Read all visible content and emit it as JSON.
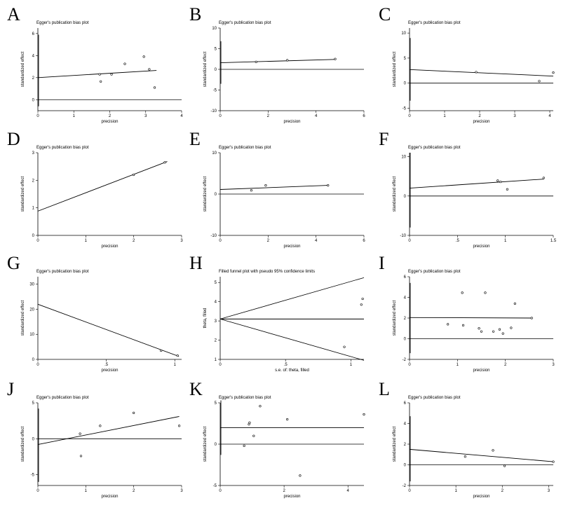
{
  "chart_data": [
    {
      "panel": "A",
      "type": "scatter",
      "title": "Egger's publication bias plot",
      "xlabel": "precision",
      "ylabel": "standardized effect",
      "xlim": [
        0,
        4
      ],
      "ylim": [
        -1,
        6.5
      ],
      "xticks": [
        0,
        1,
        2,
        3,
        4
      ],
      "yticks": [
        0,
        2,
        4,
        6
      ],
      "xtick_labels": [
        "0",
        "1",
        "2",
        "3",
        "4"
      ],
      "ytick_labels": [
        "0",
        "2",
        "4",
        "6"
      ],
      "points": [
        [
          1.72,
          2.3
        ],
        [
          1.75,
          1.65
        ],
        [
          2.05,
          2.3
        ],
        [
          2.42,
          3.25
        ],
        [
          2.95,
          3.9
        ],
        [
          3.1,
          2.75
        ],
        [
          3.25,
          1.1
        ]
      ],
      "intercept_ci": [
        -0.6,
        5.9
      ],
      "fit": [
        [
          0,
          2.0
        ],
        [
          3.3,
          2.65
        ]
      ],
      "hlines": [
        0
      ]
    },
    {
      "panel": "B",
      "type": "scatter",
      "title": "Egger's publication bias plot",
      "xlabel": "precision",
      "ylabel": "standardized effect",
      "xlim": [
        0,
        6
      ],
      "ylim": [
        -10,
        10
      ],
      "xticks": [
        0,
        2,
        4,
        6
      ],
      "yticks": [
        -10,
        -5,
        0,
        5,
        10
      ],
      "xtick_labels": [
        "0",
        "2",
        "4",
        "6"
      ],
      "ytick_labels": [
        "-10",
        "-5",
        "0",
        "5",
        "10"
      ],
      "points": [
        [
          1.5,
          1.8
        ],
        [
          2.8,
          2.2
        ],
        [
          4.8,
          2.5
        ]
      ],
      "intercept_ci": [
        -3.5,
        6.8
      ],
      "fit": [
        [
          0,
          1.6
        ],
        [
          4.8,
          2.4
        ]
      ],
      "hlines": [
        0
      ]
    },
    {
      "panel": "C",
      "type": "scatter",
      "title": "Egger's publication bias plot",
      "xlabel": "precision",
      "ylabel": "standardized effect",
      "xlim": [
        0,
        4.1
      ],
      "ylim": [
        -5.5,
        11
      ],
      "xticks": [
        0,
        1,
        2,
        3,
        4
      ],
      "yticks": [
        -5,
        0,
        5,
        10
      ],
      "xtick_labels": [
        "0",
        "1",
        "2",
        "3",
        "4"
      ],
      "ytick_labels": [
        "-5",
        "0",
        "5",
        "10"
      ],
      "points": [
        [
          1.9,
          2.2
        ],
        [
          3.7,
          0.4
        ],
        [
          4.1,
          2.1
        ]
      ],
      "intercept_ci": [
        -3.5,
        9
      ],
      "fit": [
        [
          0,
          2.7
        ],
        [
          4.1,
          1.4
        ]
      ],
      "hlines": [
        0
      ]
    },
    {
      "panel": "D",
      "type": "scatter",
      "title": "Egger's publication bias plot",
      "xlabel": "precision",
      "ylabel": "standardized effect",
      "xlim": [
        0,
        3
      ],
      "ylim": [
        0,
        3
      ],
      "xticks": [
        0,
        1,
        2,
        3
      ],
      "yticks": [
        0,
        1,
        2,
        3
      ],
      "xtick_labels": [
        "0",
        "1",
        "2",
        "3"
      ],
      "ytick_labels": [
        "0",
        "1",
        "2",
        "3"
      ],
      "points": [
        [
          2.0,
          2.2
        ],
        [
          2.65,
          2.65
        ]
      ],
      "intercept_ci": [],
      "fit": [
        [
          0,
          0.88
        ],
        [
          2.7,
          2.68
        ]
      ],
      "hlines": []
    },
    {
      "panel": "E",
      "type": "scatter",
      "title": "Egger's publication bias plot",
      "xlabel": "precision",
      "ylabel": "standardized effect",
      "xlim": [
        0,
        6
      ],
      "ylim": [
        -10,
        10
      ],
      "xticks": [
        0,
        2,
        4,
        6
      ],
      "yticks": [
        -10,
        0,
        10
      ],
      "xtick_labels": [
        "0",
        "2",
        "4",
        "6"
      ],
      "ytick_labels": [
        "-10",
        "0",
        "10"
      ],
      "points": [
        [
          1.3,
          0.9
        ],
        [
          1.9,
          2.1
        ],
        [
          4.5,
          2.1
        ]
      ],
      "intercept_ci": [],
      "fit": [
        [
          0,
          1.1
        ],
        [
          4.5,
          2.1
        ]
      ],
      "hlines": [
        0
      ]
    },
    {
      "panel": "F",
      "type": "scatter",
      "title": "Egger's publication bias plot",
      "xlabel": "precision",
      "ylabel": "standardized effect",
      "xlim": [
        0,
        1.5
      ],
      "ylim": [
        -10,
        11
      ],
      "xticks": [
        0,
        0.5,
        1,
        1.5
      ],
      "yticks": [
        -10,
        0,
        10
      ],
      "xtick_labels": [
        "0",
        ".5",
        "1",
        "1.5"
      ],
      "ytick_labels": [
        "-10",
        "0",
        "10"
      ],
      "points": [
        [
          0.92,
          3.9
        ],
        [
          0.95,
          3.6
        ],
        [
          1.02,
          1.7
        ],
        [
          1.4,
          4.6
        ]
      ],
      "intercept_ci": [
        -8,
        11
      ],
      "fit": [
        [
          0,
          2.0
        ],
        [
          1.4,
          4.3
        ]
      ],
      "hlines": [
        0
      ]
    },
    {
      "panel": "G",
      "type": "scatter",
      "title": "Egger's publication bias plot",
      "xlabel": "precision",
      "ylabel": "standardized effect",
      "xlim": [
        0,
        1.05
      ],
      "ylim": [
        0,
        33
      ],
      "xticks": [
        0,
        0.5,
        1
      ],
      "yticks": [
        0,
        10,
        20,
        30
      ],
      "xtick_labels": [
        "0",
        ".5",
        "1"
      ],
      "ytick_labels": [
        "0",
        "10",
        "20",
        "30"
      ],
      "points": [
        [
          0.9,
          3.5
        ],
        [
          1.02,
          1.5
        ]
      ],
      "intercept_ci": [],
      "fit": [
        [
          0,
          22
        ],
        [
          1.03,
          1.2
        ]
      ],
      "hlines": []
    },
    {
      "panel": "H",
      "type": "scatter",
      "title": "Filled funnel plot with pseudo 95% confidence limits",
      "xlabel": "s.e. of: theta, filled",
      "ylabel": "theta, filled",
      "xlim": [
        0,
        1.1
      ],
      "ylim": [
        1,
        5.3
      ],
      "xticks": [
        0,
        0.5,
        1
      ],
      "yticks": [
        1,
        2,
        3,
        4,
        5
      ],
      "xtick_labels": [
        "0",
        ".5",
        "1"
      ],
      "ytick_labels": [
        "1",
        "2",
        "3",
        "4",
        "5"
      ],
      "points": [
        [
          0.95,
          1.65
        ],
        [
          1.08,
          3.85
        ],
        [
          1.09,
          4.15
        ]
      ],
      "intercept_ci": [],
      "fit": [
        [
          0,
          3.1
        ],
        [
          1.1,
          3.1
        ]
      ],
      "funnel": {
        "apex": [
          0,
          3.1
        ],
        "upper_end": [
          1.1,
          5.25
        ],
        "lower_end": [
          1.1,
          0.95
        ]
      },
      "hlines": []
    },
    {
      "panel": "I",
      "type": "scatter",
      "title": "Egger's publication bias plot",
      "xlabel": "precision",
      "ylabel": "standardized effect",
      "xlim": [
        0,
        3
      ],
      "ylim": [
        -2,
        6
      ],
      "xticks": [
        0,
        1,
        2,
        3
      ],
      "yticks": [
        -2,
        0,
        2,
        4,
        6
      ],
      "xtick_labels": [
        "0",
        "1",
        "2",
        "3"
      ],
      "ytick_labels": [
        "-2",
        "0",
        "2",
        "4",
        "6"
      ],
      "points": [
        [
          0.8,
          1.4
        ],
        [
          1.1,
          4.45
        ],
        [
          1.12,
          1.3
        ],
        [
          1.45,
          1.0
        ],
        [
          1.5,
          0.7
        ],
        [
          1.58,
          4.45
        ],
        [
          1.75,
          0.7
        ],
        [
          1.88,
          0.9
        ],
        [
          1.95,
          0.5
        ],
        [
          2.12,
          1.05
        ],
        [
          2.2,
          3.4
        ],
        [
          2.55,
          2.0
        ]
      ],
      "intercept_ci": [
        -1.4,
        5.4
      ],
      "fit": [
        [
          0,
          2.05
        ],
        [
          2.55,
          2.0
        ]
      ],
      "hlines": [
        0
      ]
    },
    {
      "panel": "J",
      "type": "scatter",
      "title": "Egger's publication bias plot",
      "xlabel": "precision",
      "ylabel": "standardized effect",
      "xlim": [
        0,
        3
      ],
      "ylim": [
        -6.5,
        5
      ],
      "xticks": [
        0,
        1,
        2,
        3
      ],
      "yticks": [
        -5,
        0,
        5
      ],
      "xtick_labels": [
        "0",
        "1",
        "2",
        "3"
      ],
      "ytick_labels": [
        "-5",
        "0",
        "5"
      ],
      "points": [
        [
          0.88,
          0.7
        ],
        [
          0.9,
          -2.4
        ],
        [
          1.3,
          1.8
        ],
        [
          2.0,
          3.6
        ],
        [
          2.95,
          1.8
        ]
      ],
      "intercept_ci": [
        -6,
        4.2
      ],
      "fit": [
        [
          0,
          -0.8
        ],
        [
          2.95,
          3.1
        ]
      ],
      "hlines": [
        0
      ]
    },
    {
      "panel": "K",
      "type": "scatter",
      "title": "Egger's publication bias plot",
      "xlabel": "precision",
      "ylabel": "standardized effect",
      "xlim": [
        0,
        4.5
      ],
      "ylim": [
        -5,
        5
      ],
      "xticks": [
        0,
        2,
        4
      ],
      "yticks": [
        -5,
        0,
        5
      ],
      "xtick_labels": [
        "0",
        "2",
        "4"
      ],
      "ytick_labels": [
        "-5",
        "0",
        "5"
      ],
      "points": [
        [
          0.75,
          -0.2
        ],
        [
          0.9,
          2.4
        ],
        [
          0.92,
          2.6
        ],
        [
          1.05,
          1.0
        ],
        [
          1.25,
          4.6
        ],
        [
          2.1,
          3.0
        ],
        [
          2.5,
          -3.8
        ],
        [
          4.5,
          3.6
        ]
      ],
      "intercept_ci": [
        -1.3,
        5.3
      ],
      "fit": [
        [
          0,
          2.0
        ],
        [
          4.5,
          2.0
        ]
      ],
      "hlines": [
        0
      ]
    },
    {
      "panel": "L",
      "type": "scatter",
      "title": "Egger's publication bias plot",
      "xlabel": "precision",
      "ylabel": "standardized effect",
      "xlim": [
        0,
        3.1
      ],
      "ylim": [
        -2,
        6
      ],
      "xticks": [
        0,
        1,
        2,
        3
      ],
      "yticks": [
        -2,
        0,
        2,
        4,
        6
      ],
      "xtick_labels": [
        "0",
        "1",
        "2",
        "3"
      ],
      "ytick_labels": [
        "-2",
        "0",
        "2",
        "4",
        "6"
      ],
      "points": [
        [
          1.2,
          0.8
        ],
        [
          1.8,
          1.4
        ],
        [
          2.05,
          -0.1
        ],
        [
          3.1,
          0.3
        ]
      ],
      "intercept_ci": [
        -1.6,
        4.7
      ],
      "fit": [
        [
          0,
          1.5
        ],
        [
          3.1,
          0.3
        ]
      ],
      "hlines": [
        0
      ]
    }
  ]
}
